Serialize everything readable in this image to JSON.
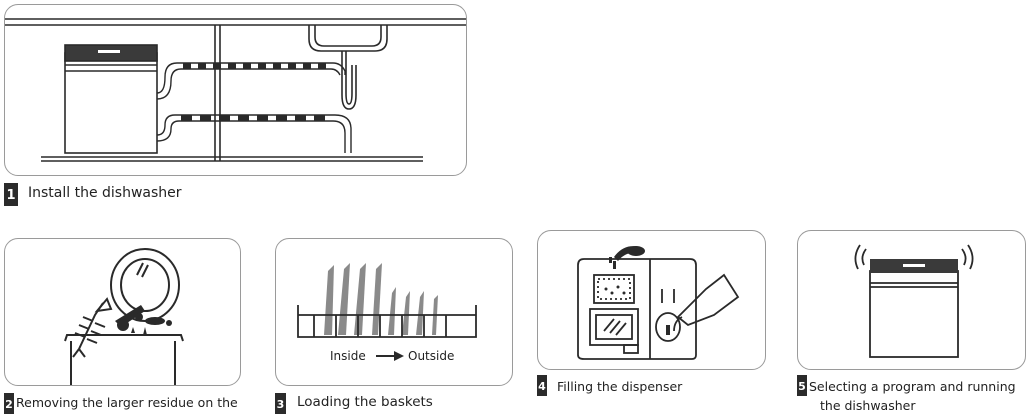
{
  "steps": [
    {
      "number": "1",
      "caption": "Install the dishwasher"
    },
    {
      "number": "2",
      "caption": "Removing the larger residue on the"
    },
    {
      "number": "3",
      "caption": "Loading the baskets"
    },
    {
      "number": "4",
      "caption": "Filling the dispenser"
    },
    {
      "number": "5",
      "caption": "Selecting a program and running",
      "caption_line2": "the dishwasher"
    }
  ],
  "basket_labels": {
    "inside": "Inside",
    "outside": "Outside"
  },
  "colors": {
    "badge": "#2b2b2b",
    "panel_border": "#9a9a9a",
    "line_art": "#2a2a2a"
  }
}
